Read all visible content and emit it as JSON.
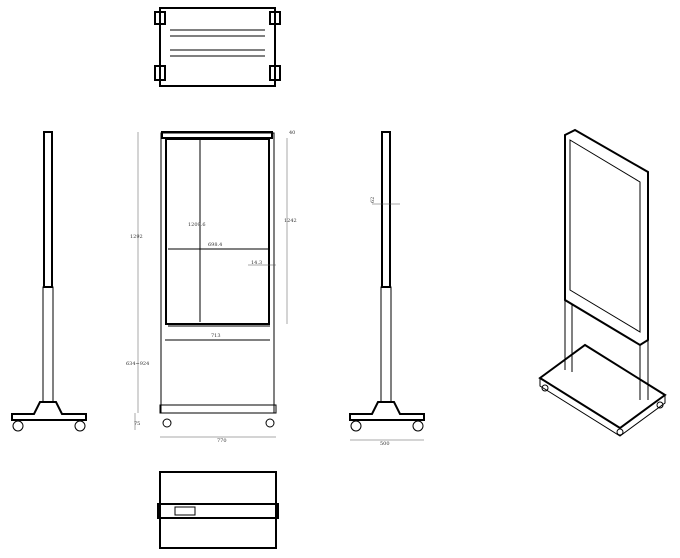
{
  "dimensions": {
    "overall_height": "1292",
    "screen_frame_height": "1242",
    "display_height": "1209.6",
    "display_width": "698.4",
    "bezel": "14.3",
    "inner_width": "713",
    "adjustable_height": "634~924",
    "caster_height": "75",
    "overall_width": "770",
    "base_depth": "500",
    "top_offset": "40",
    "side_thickness": "62"
  }
}
